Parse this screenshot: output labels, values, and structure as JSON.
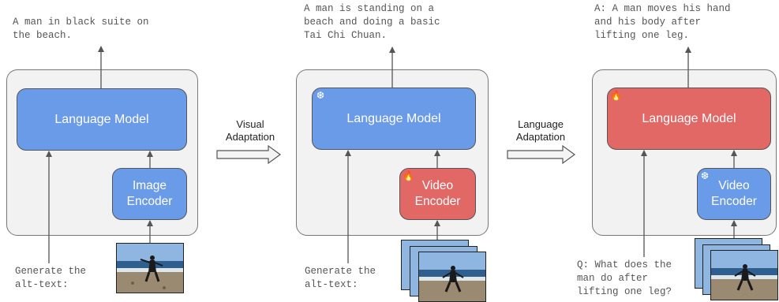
{
  "colors": {
    "frozen_blue": "#6a9be8",
    "trainable_red": "#e26865",
    "panel_bg": "#f2f2f2"
  },
  "stage1": {
    "output_text": "A man in black suite on\nthe beach.",
    "language_model": "Language Model",
    "encoder": "Image\nEncoder",
    "prompt": "Generate the\nalt-text:",
    "frames": 1
  },
  "transition1": {
    "label": "Visual\nAdaptation"
  },
  "stage2": {
    "output_text": "A man is standing on a\nbeach and doing a basic\nTai Chi Chuan.",
    "language_model": "Language Model",
    "language_model_state_icon": "snowflake-icon",
    "encoder": "Video\nEncoder",
    "encoder_state_icon": "fire-icon",
    "prompt": "Generate the\nalt-text:",
    "frames": 3
  },
  "transition2": {
    "label": "Language\nAdaptation"
  },
  "stage3": {
    "output_text": "A: A man moves his hand\nand his body after\nlifting one leg.",
    "language_model": "Language Model",
    "language_model_state_icon": "fire-icon",
    "encoder": "Video\nEncoder",
    "encoder_state_icon": "snowflake-icon",
    "prompt": "Q: What does the\nman do after\nlifting one leg?",
    "frames": 3
  },
  "icons": {
    "snowflake": "❆",
    "fire": "🔥"
  }
}
